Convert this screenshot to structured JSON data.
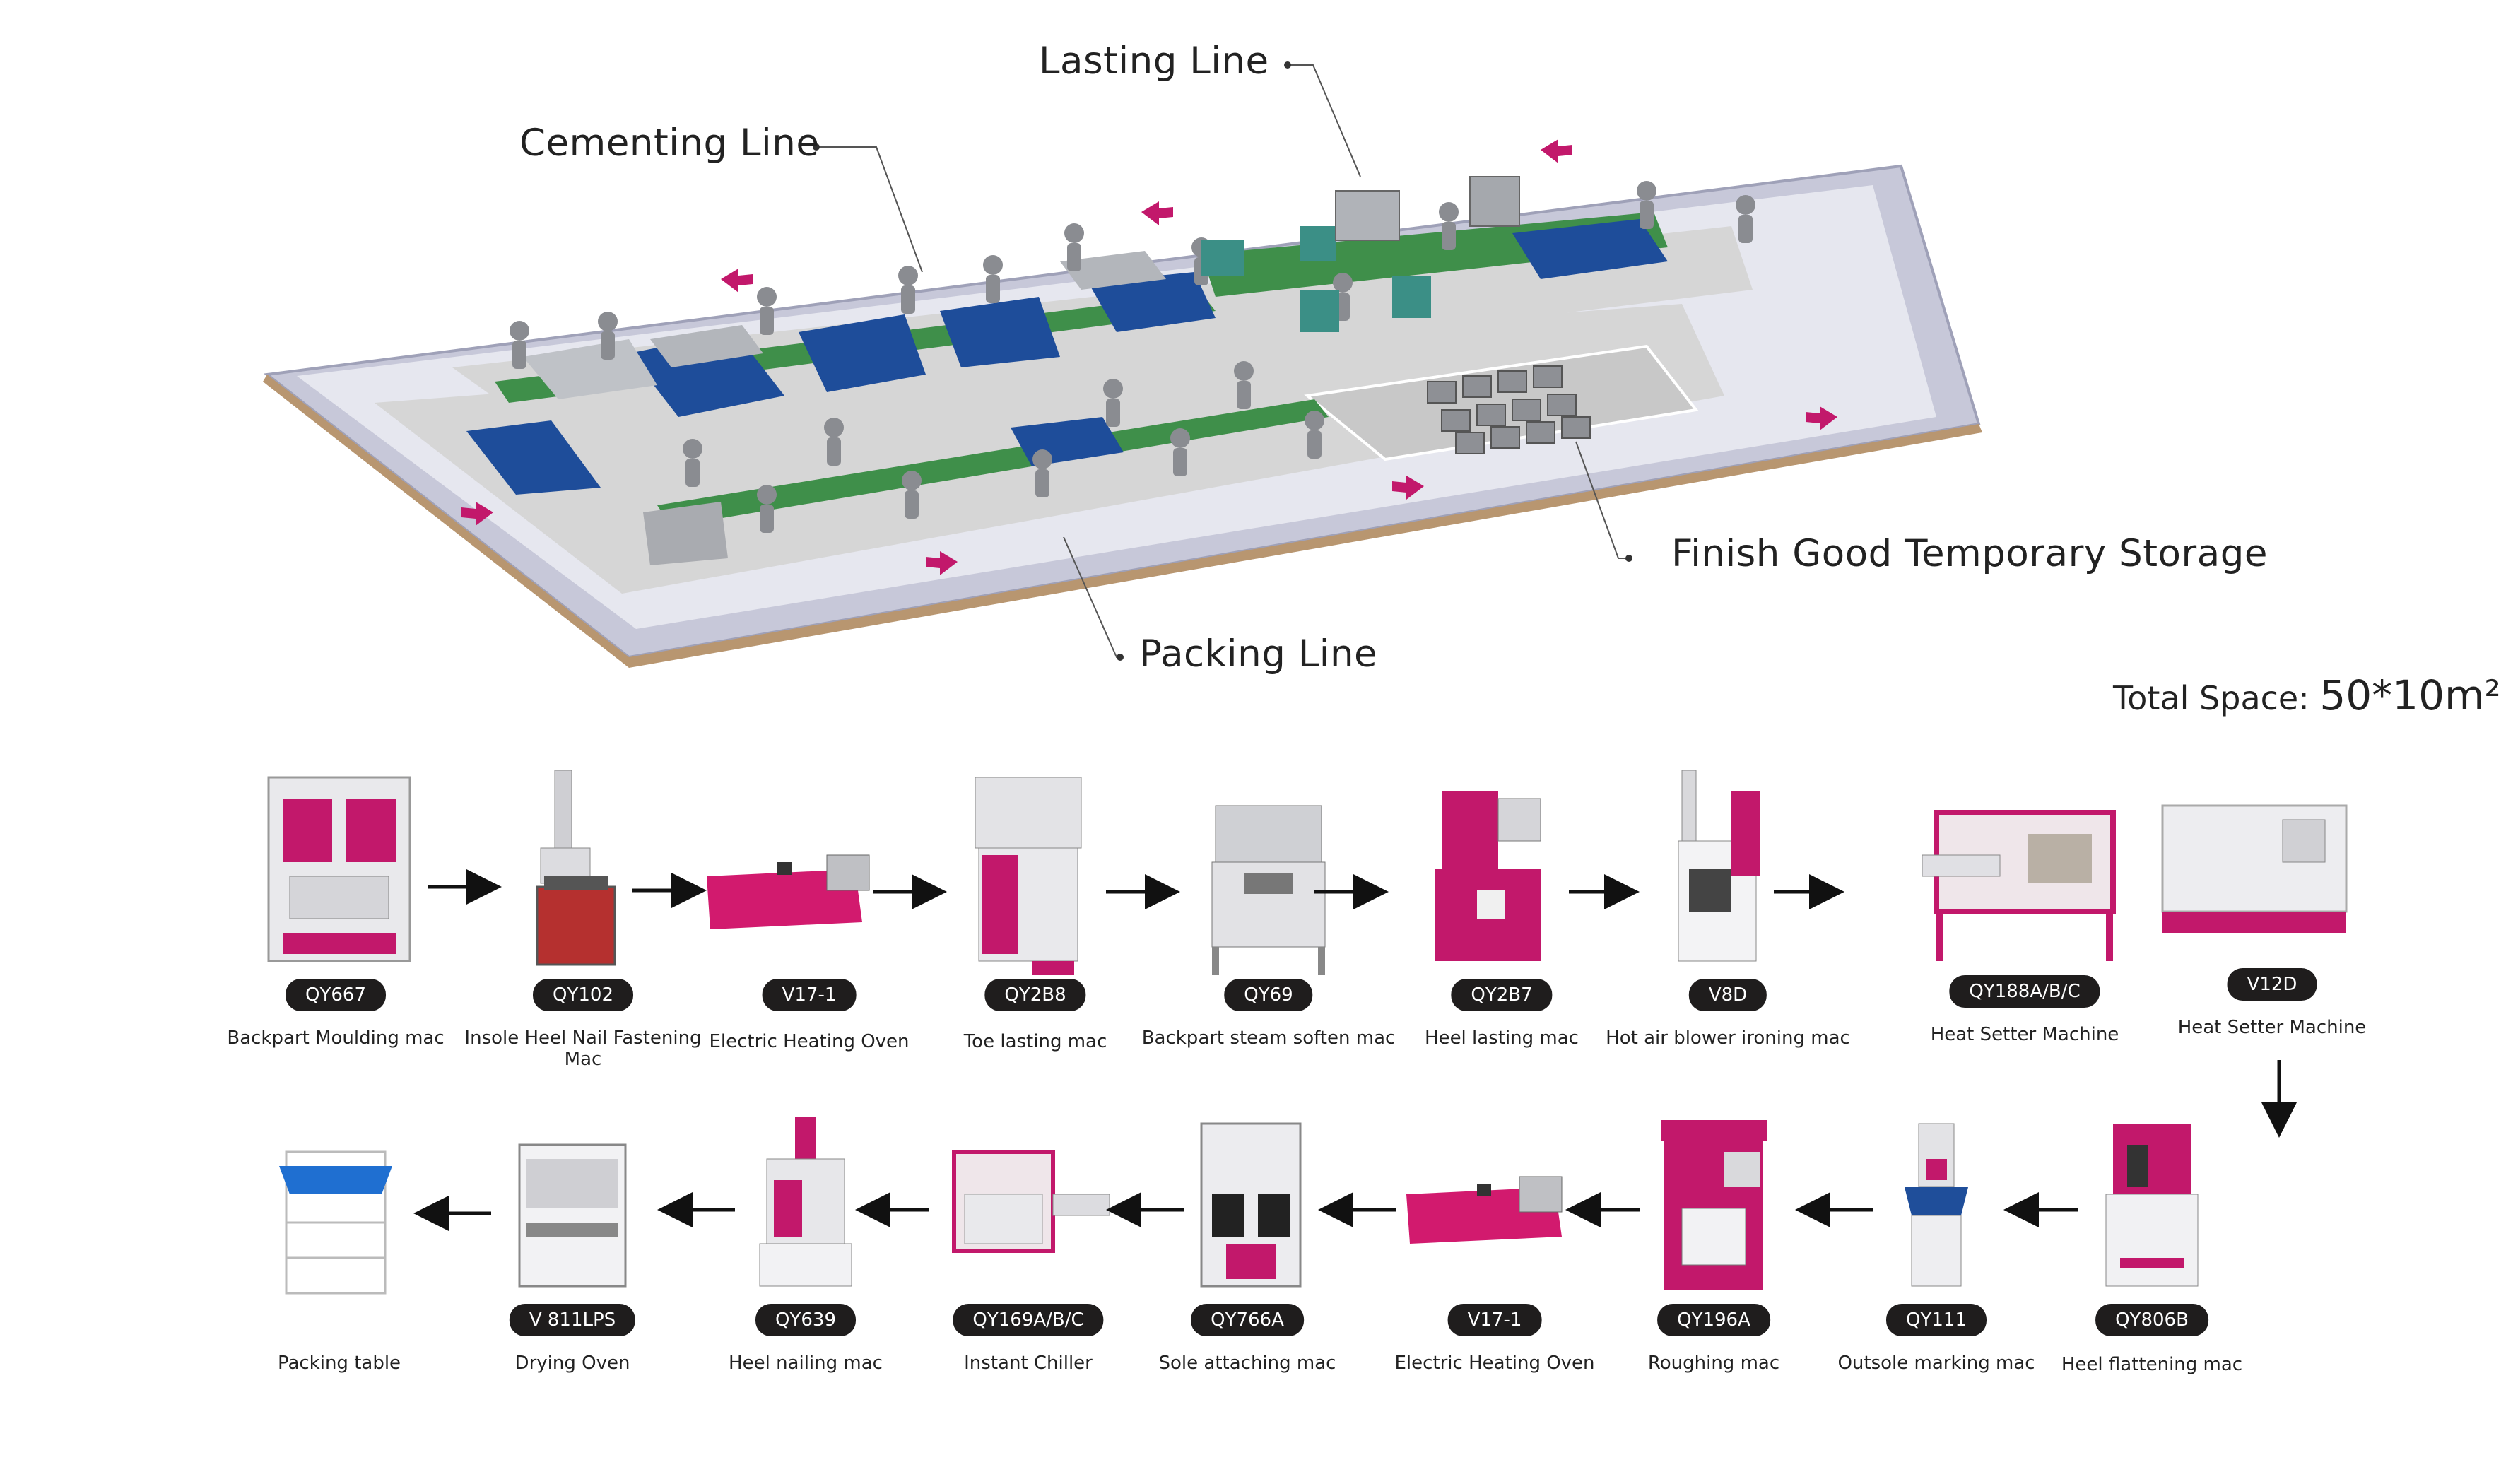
{
  "callouts": {
    "lasting_line": "Lasting Line",
    "cementing_line": "Cementing Line",
    "finish_storage": "Finish Good Temporary Storage",
    "packing_line": "Packing Line"
  },
  "total_space": {
    "label": "Total Space:",
    "value": "50*10m²"
  },
  "colors": {
    "accent": "#c2186b",
    "badge": "#1f1d1d",
    "conveyor_green": "#3f8f4a",
    "conveyor_blue": "#1e4d9a"
  },
  "row1": [
    {
      "code": "QY667",
      "label": "Backpart Moulding mac"
    },
    {
      "code": "QY102",
      "label": "Insole Heel Nail Fastening Mac"
    },
    {
      "code": "V17-1",
      "label": "Electric Heating Oven"
    },
    {
      "code": "QY2B8",
      "label": "Toe lasting mac"
    },
    {
      "code": "QY69",
      "label": "Backpart steam soften mac"
    },
    {
      "code": "QY2B7",
      "label": "Heel lasting mac"
    },
    {
      "code": "V8D",
      "label": "Hot air blower ironing mac"
    },
    {
      "code": "QY188A/B/C",
      "label": "Heat  Setter  Machine"
    },
    {
      "code": "V12D",
      "label": "Heat  Setter  Machine"
    }
  ],
  "row2": [
    {
      "code": "V 811LPS",
      "label": "Drying Oven"
    },
    {
      "code": "QY639",
      "label": "Heel nailing mac"
    },
    {
      "code": "QY169A/B/C",
      "label": "Instant Chiller"
    },
    {
      "code": "QY766A",
      "label": "Sole attaching mac"
    },
    {
      "code": "V17-1",
      "label": "Electric Heating Oven"
    },
    {
      "code": "QY196A",
      "label": "Roughing mac"
    },
    {
      "code": "QY111",
      "label": "Outsole marking mac"
    },
    {
      "code": "QY806B",
      "label": "Heel flattening mac"
    }
  ],
  "packing_table_label": "Packing table"
}
